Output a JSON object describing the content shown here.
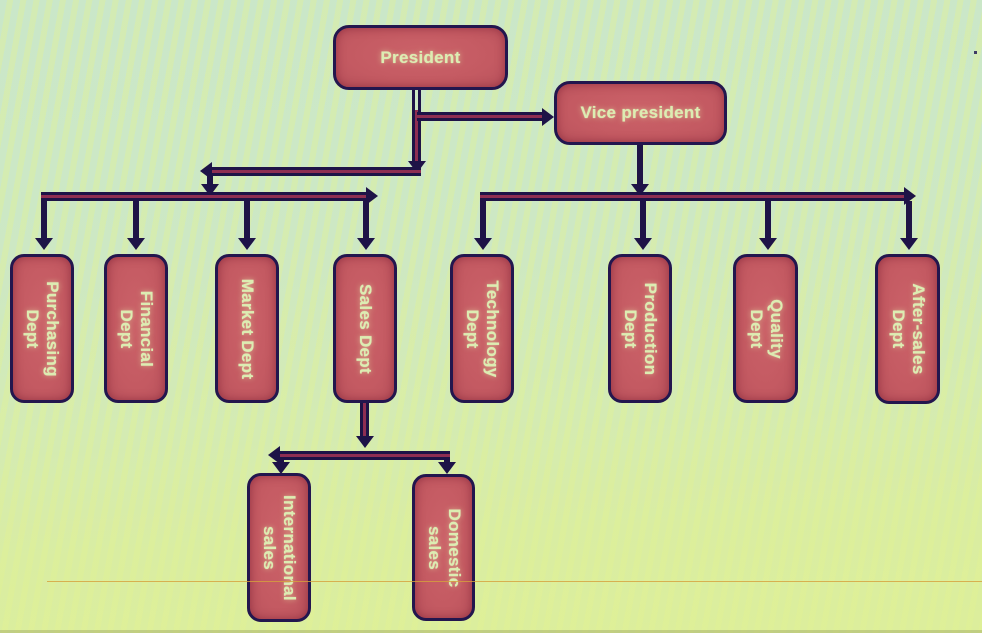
{
  "diagram": {
    "type": "organization-chart",
    "nodes": {
      "president": {
        "label": "President"
      },
      "vice_president": {
        "label": "Vice president"
      },
      "left_departments": [
        {
          "label": "Purchasing\nDept"
        },
        {
          "label": "Financial\nDept"
        },
        {
          "label": "Market Dept"
        },
        {
          "label": "Sales Dept"
        }
      ],
      "right_departments": [
        {
          "label": "Technology\nDept"
        },
        {
          "label": "Production\nDept"
        },
        {
          "label": "Quality\nDept"
        },
        {
          "label": "After-sales\nDept"
        }
      ],
      "sales_children": [
        {
          "label": "International\nsales"
        },
        {
          "label": "Domestic\nsales"
        }
      ]
    },
    "edges": [
      {
        "from": "President",
        "to": "Vice president"
      },
      {
        "from": "President",
        "to": "Purchasing Dept"
      },
      {
        "from": "President",
        "to": "Financial Dept"
      },
      {
        "from": "President",
        "to": "Market Dept"
      },
      {
        "from": "President",
        "to": "Sales Dept"
      },
      {
        "from": "Vice president",
        "to": "Technology Dept"
      },
      {
        "from": "Vice president",
        "to": "Production Dept"
      },
      {
        "from": "Vice president",
        "to": "Quality Dept"
      },
      {
        "from": "Vice president",
        "to": "After-sales Dept"
      },
      {
        "from": "Sales Dept",
        "to": "International sales"
      },
      {
        "from": "Sales Dept",
        "to": "Domestic sales"
      }
    ],
    "colors": {
      "box_fill": "#c45a62",
      "box_border": "#23164e",
      "label_text": "#dcedb2",
      "connector": "#1e1347",
      "connector_core": "#8e2e52",
      "background_top": "#cae7c9",
      "background_bottom": "#dcee9b",
      "accent_line": "#d6a03c"
    }
  }
}
